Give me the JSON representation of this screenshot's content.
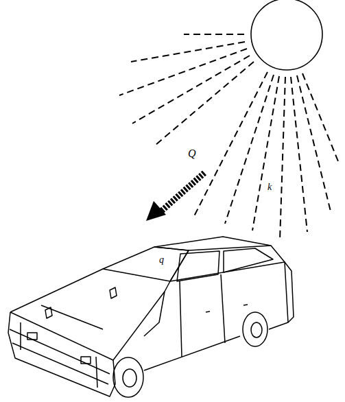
{
  "diagram": {
    "labels": [
      "Q",
      "q",
      "k"
    ]
  }
}
